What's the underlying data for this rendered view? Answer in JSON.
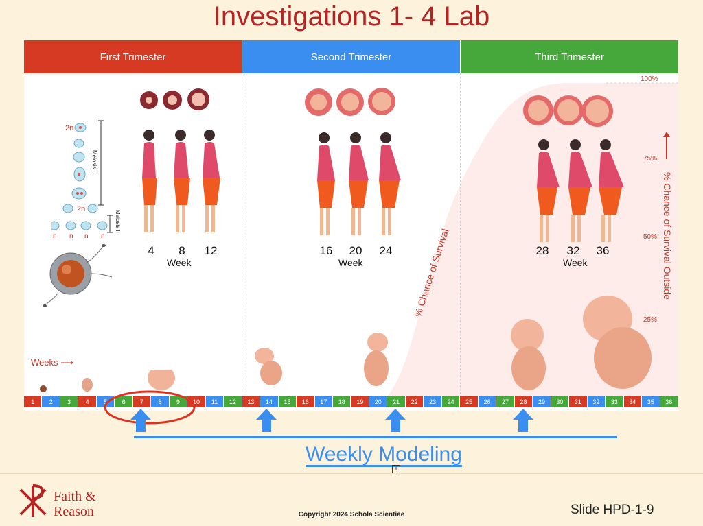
{
  "title": "Investigations 1- 4 Lab",
  "trimesters": [
    {
      "label": "First Trimester",
      "color": "#d63a22"
    },
    {
      "label": "Second Trimester",
      "color": "#3a8ef0"
    },
    {
      "label": "Third Trimester",
      "color": "#46a83a"
    }
  ],
  "meiosis": {
    "label1": "Meiosis I",
    "label2": "Meiosis II",
    "top": "2n",
    "mid": "2n",
    "gametes": [
      "n",
      "n",
      "n",
      "n"
    ]
  },
  "week_groups": [
    {
      "weeks": [
        "4",
        "8",
        "12"
      ],
      "label": "Week"
    },
    {
      "weeks": [
        "16",
        "20",
        "24"
      ],
      "label": "Week"
    },
    {
      "weeks": [
        "28",
        "32",
        "36"
      ],
      "label": "Week"
    }
  ],
  "weeks_arrow_label": "Weeks",
  "survival_label": "% Chance of Survival",
  "survival_outside_label": "% Chance of Survival Outside",
  "percent_ticks": [
    "100%",
    "75%",
    "50%",
    "25%"
  ],
  "week_strip": [
    {
      "n": "1",
      "c": "#d63a22"
    },
    {
      "n": "2",
      "c": "#3a8ef0"
    },
    {
      "n": "3",
      "c": "#46a83a"
    },
    {
      "n": "4",
      "c": "#d63a22"
    },
    {
      "n": "5",
      "c": "#3a8ef0"
    },
    {
      "n": "6",
      "c": "#46a83a"
    },
    {
      "n": "7",
      "c": "#d63a22"
    },
    {
      "n": "8",
      "c": "#3a8ef0"
    },
    {
      "n": "9",
      "c": "#46a83a"
    },
    {
      "n": "10",
      "c": "#d63a22"
    },
    {
      "n": "11",
      "c": "#3a8ef0"
    },
    {
      "n": "12",
      "c": "#46a83a"
    },
    {
      "n": "13",
      "c": "#d63a22"
    },
    {
      "n": "14",
      "c": "#3a8ef0"
    },
    {
      "n": "15",
      "c": "#46a83a"
    },
    {
      "n": "16",
      "c": "#d63a22"
    },
    {
      "n": "17",
      "c": "#3a8ef0"
    },
    {
      "n": "18",
      "c": "#46a83a"
    },
    {
      "n": "19",
      "c": "#d63a22"
    },
    {
      "n": "20",
      "c": "#3a8ef0"
    },
    {
      "n": "21",
      "c": "#46a83a"
    },
    {
      "n": "22",
      "c": "#d63a22"
    },
    {
      "n": "23",
      "c": "#3a8ef0"
    },
    {
      "n": "24",
      "c": "#46a83a"
    },
    {
      "n": "25",
      "c": "#d63a22"
    },
    {
      "n": "26",
      "c": "#3a8ef0"
    },
    {
      "n": "27",
      "c": "#46a83a"
    },
    {
      "n": "28",
      "c": "#d63a22"
    },
    {
      "n": "29",
      "c": "#3a8ef0"
    },
    {
      "n": "30",
      "c": "#46a83a"
    },
    {
      "n": "31",
      "c": "#d63a22"
    },
    {
      "n": "32",
      "c": "#3a8ef0"
    },
    {
      "n": "33",
      "c": "#46a83a"
    },
    {
      "n": "34",
      "c": "#d63a22"
    },
    {
      "n": "35",
      "c": "#3a8ef0"
    },
    {
      "n": "36",
      "c": "#46a83a"
    }
  ],
  "circled_weeks": [
    "7",
    "8"
  ],
  "arrow_weeks": [
    "7",
    "14",
    "21",
    "28"
  ],
  "weekly_modeling": "Weekly Modeling",
  "logo": {
    "line1": "Faith &",
    "line2": "Reason"
  },
  "copyright": "Copyright 2024 Schola Scientiae",
  "slide_id": "Slide HPD-1-9",
  "colors": {
    "title": "#b32425",
    "accent_blue": "#3a8ef0",
    "survival": "#c0392b"
  }
}
